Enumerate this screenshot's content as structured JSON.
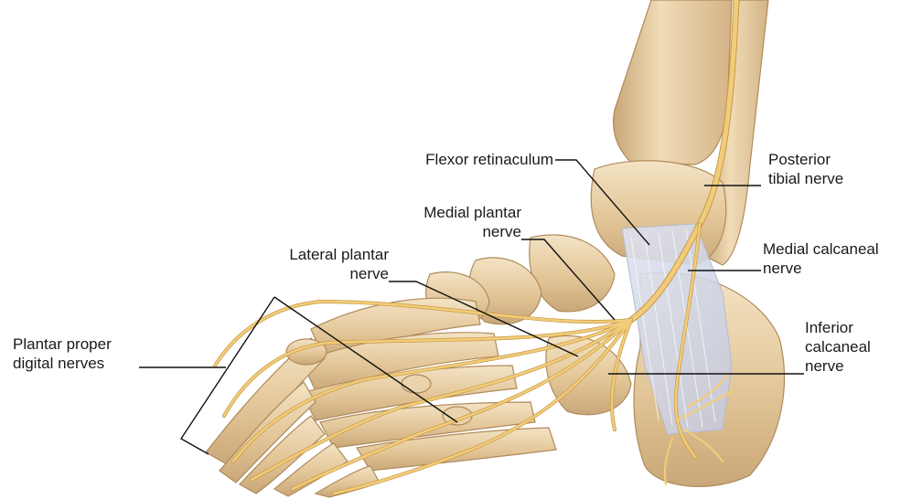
{
  "colors": {
    "bone": "#e3c698",
    "bone_light": "#f3e3c4",
    "bone_shadow": "#b8946a",
    "nerve": "#f2cc7a",
    "nerve_edge": "#c79a47",
    "retinaculum": "#cfd4e6",
    "leader": "#111111"
  },
  "labels": {
    "flexor_retinaculum": "Flexor retinaculum",
    "posterior_tibial_1": "Posterior",
    "posterior_tibial_2": "tibial nerve",
    "medial_plantar_1": "Medial plantar",
    "medial_plantar_2": "nerve",
    "medial_calcaneal_1": "Medial calcaneal",
    "medial_calcaneal_2": "nerve",
    "lateral_plantar_1": "Lateral plantar",
    "lateral_plantar_2": "nerve",
    "inferior_calcaneal_1": "Inferior",
    "inferior_calcaneal_2": "calcaneal",
    "inferior_calcaneal_3": "nerve",
    "plantar_proper_1": "Plantar proper",
    "plantar_proper_2": "digital nerves"
  }
}
